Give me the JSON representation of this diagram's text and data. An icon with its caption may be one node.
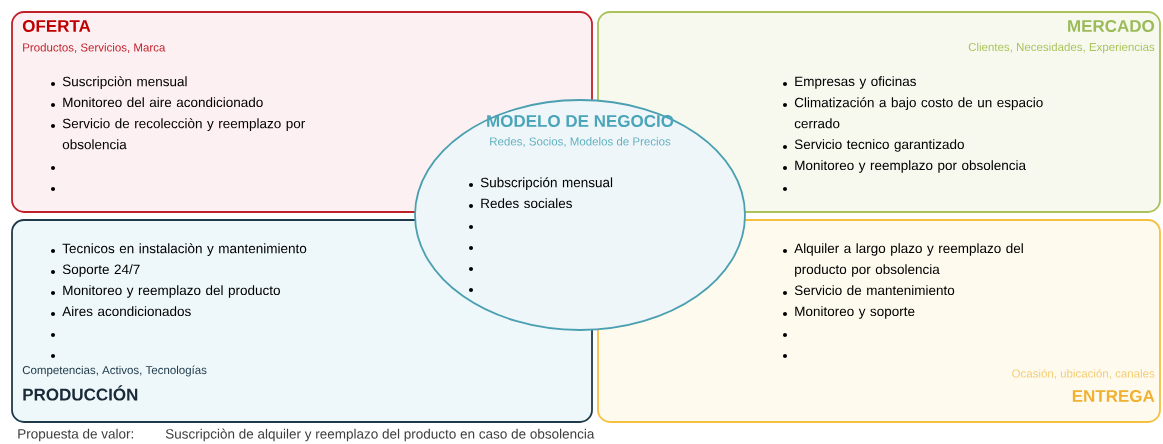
{
  "diagram": {
    "nodes": [
      {
        "text": [
          "OFERTA",
          "Productos, Servicios, Marca",
          "Suscripciòn mensual",
          "Monitoreo del aire acondicionado",
          "Servicio de recolecciòn y reemplazo por obsolencia"
        ]
      },
      {
        "text": [
          "MERCADO",
          "Clientes, Necesidades, Experiencias",
          "Empresas y oficinas",
          "Climatización a bajo costo de un espacio cerrado",
          "Servicio tecnico garantizado",
          "Monitoreo y reemplazo por obsolencia"
        ]
      },
      {
        "text": [
          "Tecnicos en instalaciòn y mantenimiento",
          "Soporte 24/7",
          "Monitoreo y reemplazo del producto",
          "Aires acondicionados",
          "Competencias, Activos, Tecnologías",
          "PRODUCCIÓN"
        ]
      },
      {
        "text": [
          "Alquiler a largo plazo y reemplazo del producto por obsolencia",
          "Servicio de mantenimiento",
          "Monitoreo y soporte",
          "Ocasión, ubicación, canales",
          "ENTREGA"
        ]
      },
      {
        "text": [
          "MODELO DE NEGOCIO",
          "Redes, Socios, Modelos de Precios",
          "Subscripción mensual",
          "Redes sociales"
        ]
      }
    ],
    "labels": [
      "Propuesta de valor:",
      "Suscripciòn de alquiler y reemplazo del producto en caso de obsolencia"
    ]
  }
}
